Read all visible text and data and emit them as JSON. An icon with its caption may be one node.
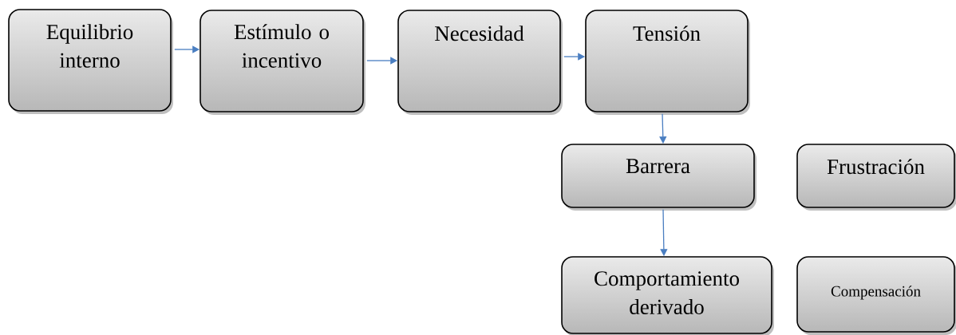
{
  "diagram": {
    "nodes": [
      {
        "text": [
          "Equilibrio interno"
        ]
      },
      {
        "text": [
          "Estímulo o incentivo"
        ]
      },
      {
        "text": [
          "Necesidad"
        ]
      },
      {
        "text": [
          "Tensión"
        ]
      },
      {
        "text": [
          "Barrera"
        ]
      },
      {
        "text": [
          "Frustración"
        ]
      },
      {
        "text": [
          "Comportamiento derivado"
        ]
      },
      {
        "text": [
          "Compensación"
        ]
      }
    ],
    "edges": [
      {
        "from": 0,
        "to": 1,
        "arrow": "to"
      },
      {
        "from": 1,
        "to": 2,
        "arrow": "to"
      },
      {
        "from": 2,
        "to": 3,
        "arrow": "to"
      },
      {
        "from": 3,
        "to": 4,
        "arrow": "to"
      },
      {
        "from": 4,
        "to": 6,
        "arrow": "to"
      }
    ]
  }
}
